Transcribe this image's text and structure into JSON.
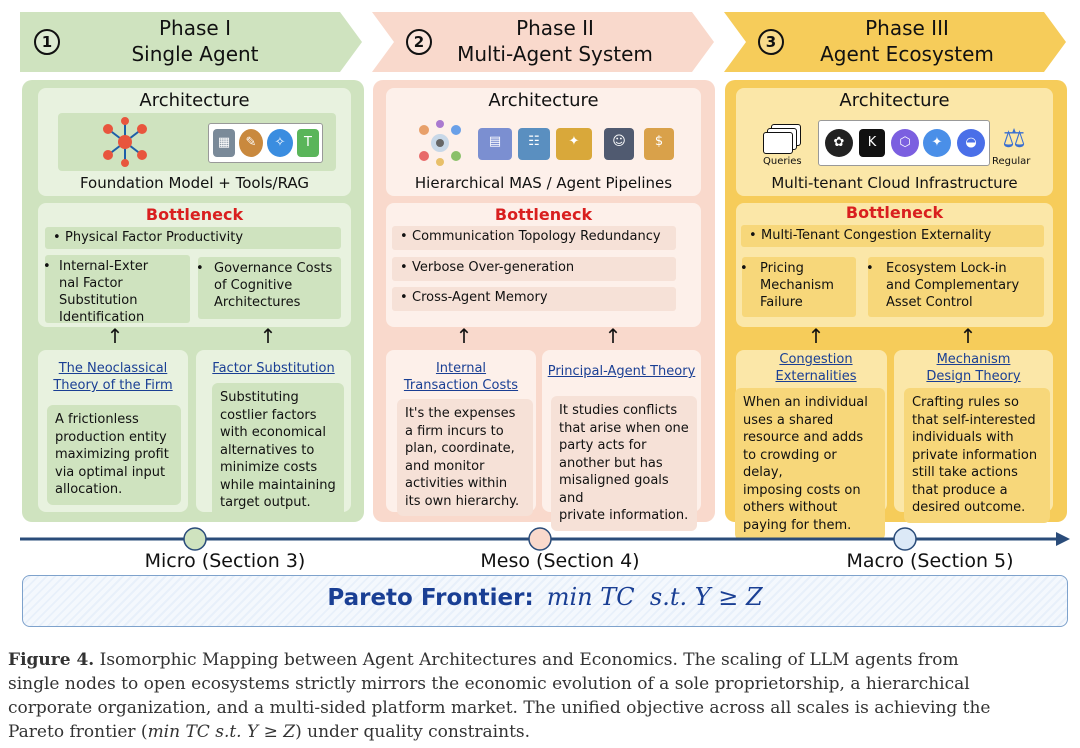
{
  "phases": [
    {
      "num": "1",
      "title1": "Phase I",
      "title2": "Single Agent",
      "arch_title": "Architecture",
      "arch_caption": "Foundation Model + Tools/RAG",
      "bottleneck_title": "Bottleneck",
      "bullets": [
        "Physical Factor Productivity",
        "Internal-Exter",
        "nal Factor",
        "Substitution",
        "Identification",
        "Governance Costs",
        "of Cognitive",
        "Architectures"
      ],
      "theories": [
        {
          "line1": "The Neoclassical",
          "line2": "Theory of the Firm",
          "desc": [
            "A frictionless",
            "production entity",
            "maximizing profit",
            "via optimal input",
            "allocation."
          ]
        },
        {
          "line1": "Factor Substitution",
          "line2": "",
          "desc": [
            "Substituting",
            "costlier factors",
            "with economical",
            "alternatives to",
            "minimize costs",
            "while maintaining",
            "target output."
          ]
        }
      ],
      "level": "Micro (Section 3)"
    },
    {
      "num": "2",
      "title1": "Phase II",
      "title2": "Multi-Agent System",
      "arch_title": "Architecture",
      "arch_caption": "Hierarchical MAS / Agent Pipelines",
      "bottleneck_title": "Bottleneck",
      "bullets": [
        "Communication Topology Redundancy",
        "Verbose Over-generation",
        "Cross-Agent Memory"
      ],
      "theories": [
        {
          "line1": "Internal",
          "line2": "Transaction Costs",
          "desc": [
            "It's the expenses",
            "a firm incurs to",
            "plan, coordinate,",
            "and monitor",
            "activities within",
            "its own hierarchy."
          ]
        },
        {
          "line1": "Principal-Agent Theory",
          "line2": "",
          "desc": [
            "It studies conflicts",
            "that arise when one",
            "party acts for",
            "another but has",
            "misaligned goals and",
            "private information."
          ]
        }
      ],
      "level": "Meso (Section 4)"
    },
    {
      "num": "3",
      "title1": "Phase III",
      "title2": "Agent Ecosystem",
      "arch_title": "Architecture",
      "arch_caption": "Multi-tenant Cloud Infrastructure",
      "bottleneck_title": "Bottleneck",
      "bullets": [
        "Multi-Tenant Congestion Externality",
        "Pricing",
        "Mechanism",
        "Failure",
        "Ecosystem Lock-in",
        "and Complementary",
        "Asset Control"
      ],
      "theories": [
        {
          "line1": "Congestion",
          "line2": "Externalities",
          "desc": [
            "When an individual",
            "uses a shared",
            "resource and adds",
            "to crowding or delay,",
            "imposing costs on",
            "others without",
            "paying for them."
          ]
        },
        {
          "line1": "Mechanism",
          "line2": "Design Theory",
          "desc": [
            "Crafting rules so",
            "that self-interested",
            "individuals with",
            "private information",
            "still take actions",
            "that produce a",
            "desired outcome."
          ]
        }
      ],
      "level": "Macro (Section 5)"
    }
  ],
  "icons": {
    "phase1": [
      "neural-network-icon",
      "calculator-icon",
      "palette-icon",
      "compass-icon",
      "translate-icon"
    ],
    "phase2": [
      "people-network-icon",
      "analyst-icon",
      "team-icon",
      "celebrate-icon",
      "manager-icon",
      "money-icon"
    ],
    "phase3": [
      "queries-icon",
      "openai-icon",
      "k-logo-icon",
      "hexagon-logo-icon",
      "gemini-icon",
      "whale-icon",
      "scales-icon"
    ],
    "queries_label": "Queries",
    "regular_label": "Regular"
  },
  "pareto": {
    "label": "Pareto Frontier:",
    "formula": "min TC  s.t. Y ≥ Z"
  },
  "caption": {
    "fig": "Figure 4.",
    "lines": [
      " Isomorphic Mapping between Agent Architectures and Economics. The scaling of LLM agents from",
      "single nodes to open ecosystems strictly mirrors the economic evolution of a sole proprietorship, a hierarchical",
      "corporate organization, and a multi-sided platform market. The unified objective across all scales is achieving the",
      "Pareto frontier ("
    ],
    "formula": "min TC s.t. Y ≥ Z",
    "tail": ") under quality constraints."
  },
  "colors": {
    "green_panel": "#cfe3bf",
    "green_sub": "#e8f2df",
    "green_bar": "#cfe3bf",
    "pink_panel": "#f9d9cc",
    "pink_sub": "#fdf0ea",
    "pink_bar": "#f6e1d7",
    "yellow_panel": "#f6cc5a",
    "yellow_sub": "#fbe7a8",
    "yellow_bar": "#f7d77a",
    "axis": "#2a4c7a",
    "blue_text": "#1a3f94",
    "red_text": "#d91f1f"
  }
}
